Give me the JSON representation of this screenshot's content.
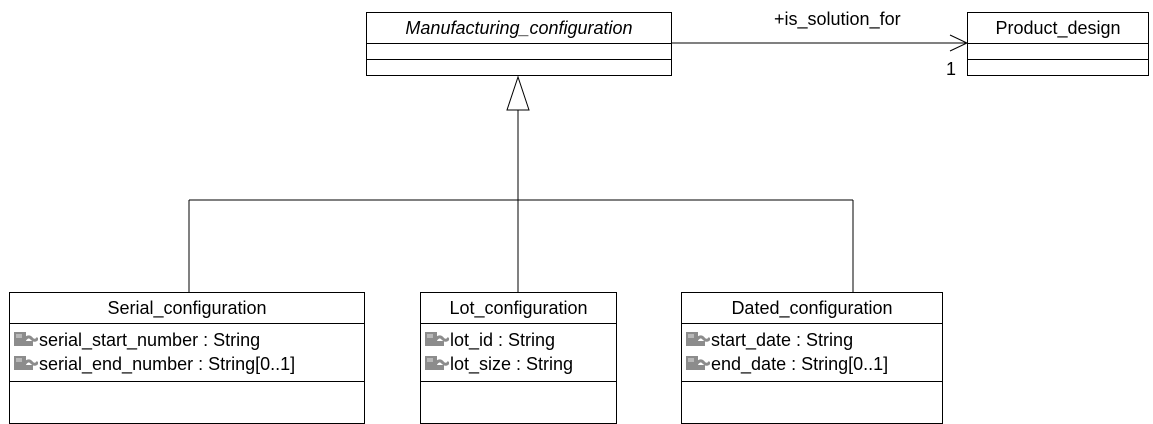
{
  "classes": {
    "manufacturing": {
      "name": "Manufacturing_configuration"
    },
    "product_design": {
      "name": "Product_design"
    },
    "serial": {
      "name": "Serial_configuration",
      "attributes": [
        "serial_start_number : String",
        "serial_end_number : String[0..1]"
      ]
    },
    "lot": {
      "name": "Lot_configuration",
      "attributes": [
        "lot_id : String",
        "lot_size : String"
      ]
    },
    "dated": {
      "name": "Dated_configuration",
      "attributes": [
        "start_date : String",
        "end_date : String[0..1]"
      ]
    }
  },
  "association": {
    "role": "+is_solution_for",
    "multiplicity": "1"
  },
  "icons": {
    "attribute": "attribute-icon"
  },
  "colors": {
    "line": "#000000",
    "icon_fill": "#8c8c8c"
  }
}
